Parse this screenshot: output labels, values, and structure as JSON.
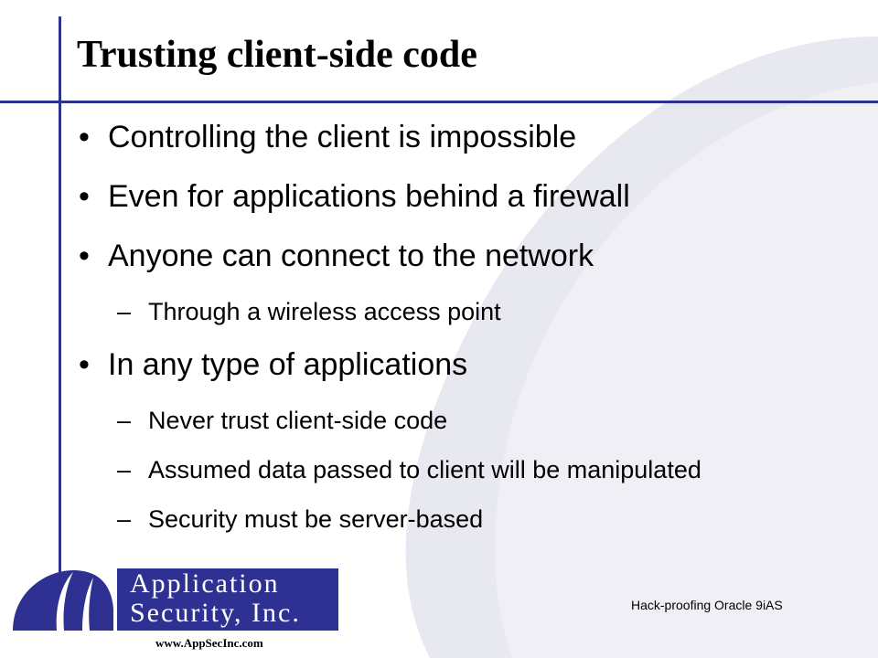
{
  "slide": {
    "title": "Trusting client-side code",
    "bullets": [
      {
        "level": 1,
        "text": "Controlling the client is impossible"
      },
      {
        "level": 1,
        "text": "Even for applications behind a firewall"
      },
      {
        "level": 1,
        "text": "Anyone can connect to the network"
      },
      {
        "level": 2,
        "text": "Through a wireless access point"
      },
      {
        "level": 1,
        "text": "In any type of applications"
      },
      {
        "level": 2,
        "text": "Never trust client-side code"
      },
      {
        "level": 2,
        "text": "Assumed data passed to client will be manipulated"
      },
      {
        "level": 2,
        "text": "Security must be server-based"
      }
    ],
    "dash": "–"
  },
  "footer": {
    "logo_line1": "Application",
    "logo_line2": "Security, Inc.",
    "url": "www.AppSecInc.com",
    "right_text": "Hack-proofing Oracle 9iAS"
  },
  "colors": {
    "accent": "#2e3192",
    "swoosh": "#e8e8f0"
  }
}
